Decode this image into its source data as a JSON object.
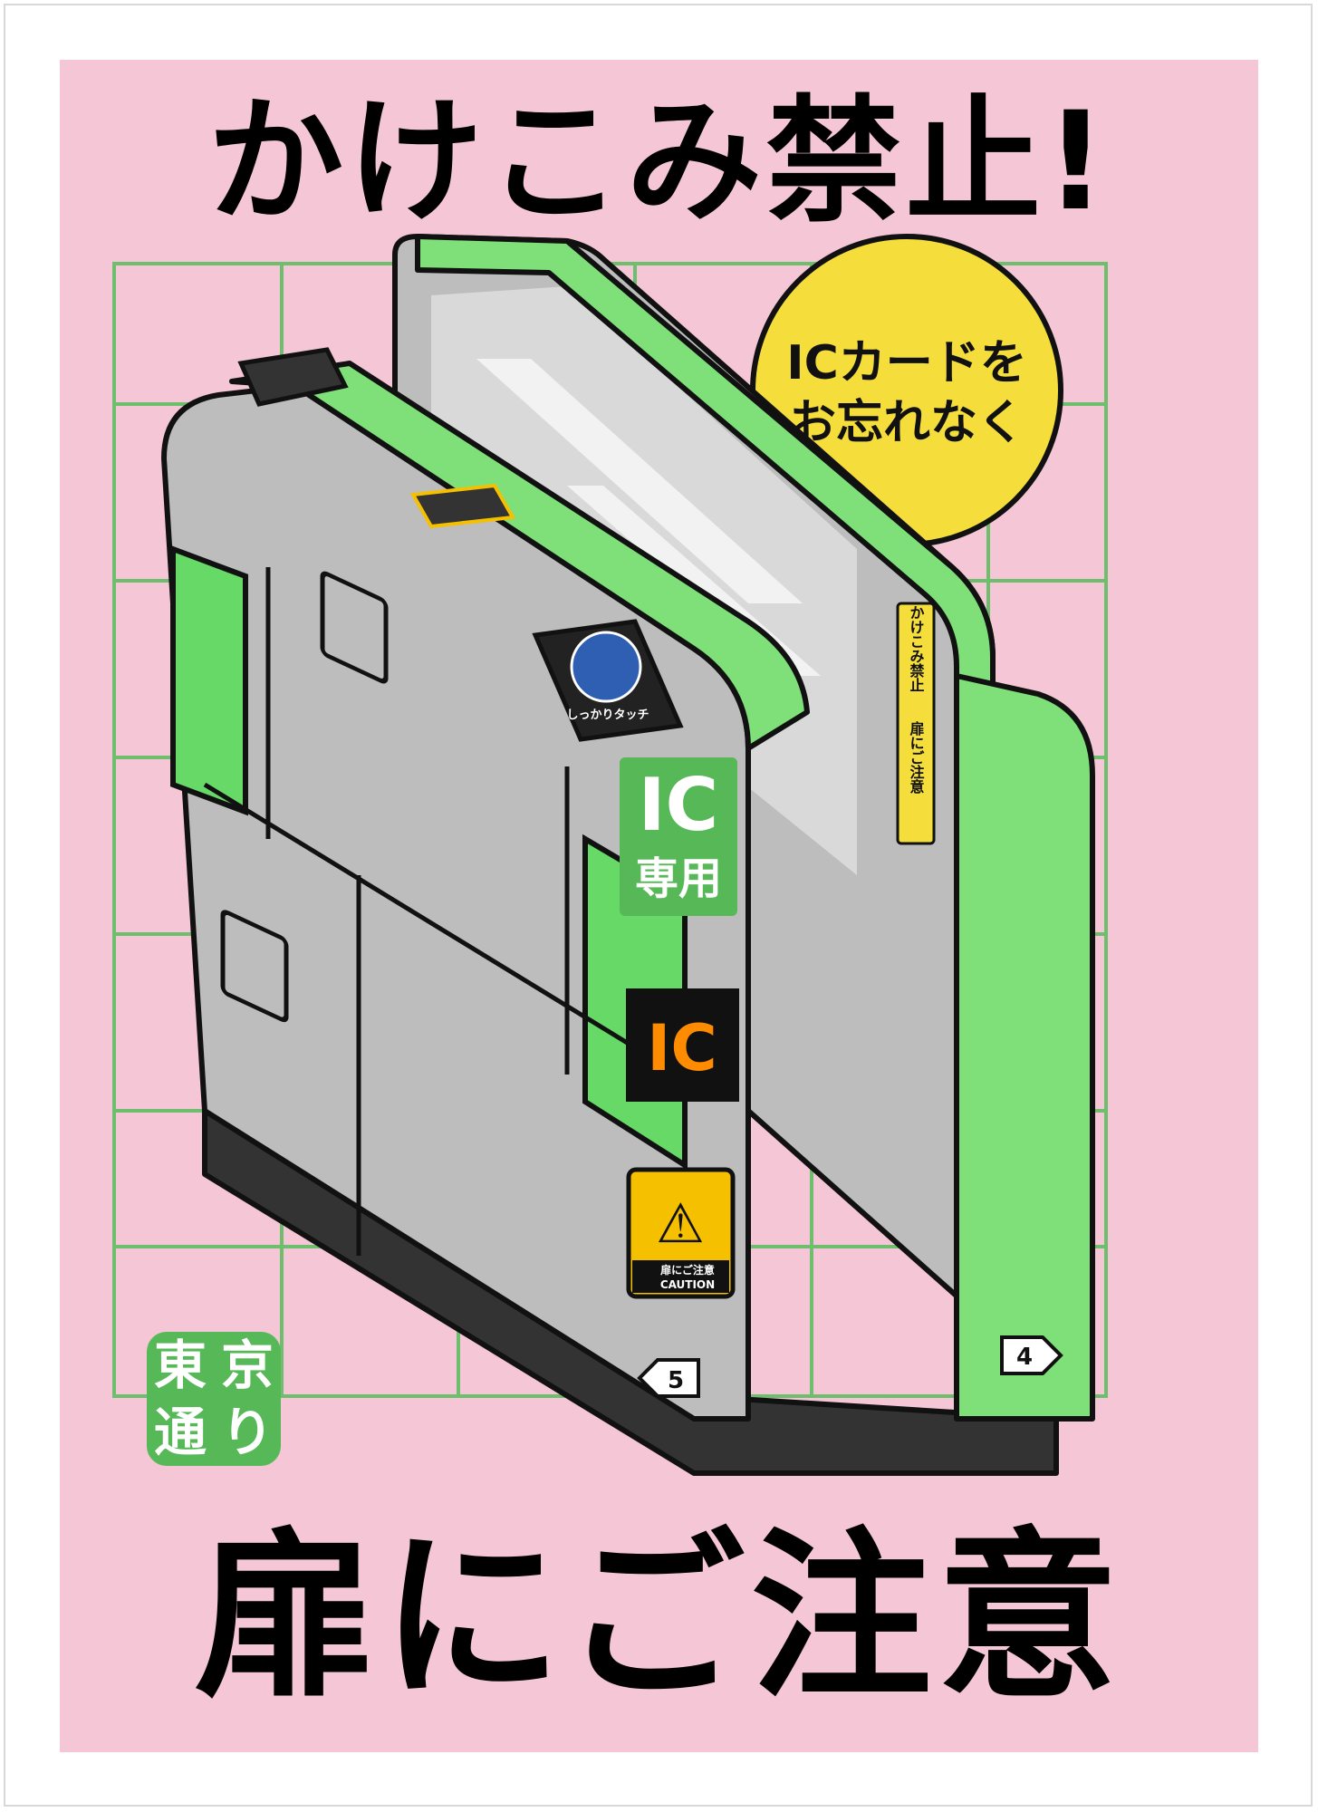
{
  "poster": {
    "title_top": "かけこみ禁止!",
    "title_bottom": "扉にご注意"
  },
  "badge": {
    "line1": "ICカードを",
    "line2": "お忘れなく"
  },
  "gate": {
    "ic_senyo_line1": "IC",
    "ic_senyo_line2": "専用",
    "ic_mark": "IC",
    "touch_label": "しっかりタッチ",
    "side_sticker_line1": "かけこみ禁止",
    "side_sticker_line2": "扉にご注意",
    "caution_jp": "扉にご注意",
    "caution_en": "CAUTION",
    "lane_left": "5",
    "lane_right": "4"
  },
  "stamp": {
    "chars": [
      "東",
      "京",
      "通",
      "り"
    ]
  },
  "colors": {
    "background": "#f5c6d5",
    "gate_green": "#7fe07a",
    "gate_gray": "#bdbdbd",
    "grid_green": "#6dbf6d",
    "badge_yellow": "#f5de3b",
    "ic_orange": "#ff8c00"
  }
}
